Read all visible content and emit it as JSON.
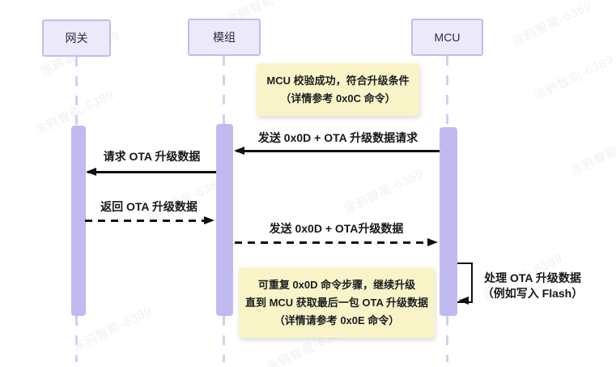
{
  "watermark": {
    "text": "涂鸦智能-6389"
  },
  "actors": {
    "gateway": {
      "label": "网关"
    },
    "module": {
      "label": "模组"
    },
    "mcu": {
      "label": "MCU"
    }
  },
  "notes": {
    "top": {
      "line1": "MCU 校验成功，符合升级条件",
      "line2": "（详情参考 0x0C 命令）"
    },
    "bottom": {
      "line1": "可重复 0x0D 命令步骤，继续升级",
      "line2": "直到 MCU 获取最后一包 OTA 升级数据",
      "line3": "（详情请参考 0x0E 命令）"
    }
  },
  "messages": {
    "m1": {
      "label": "发送 0x0D + OTA 升级数据请求",
      "from": "MCU",
      "to": "模组",
      "style": "solid"
    },
    "m2": {
      "label": "请求 OTA 升级数据",
      "from": "模组",
      "to": "网关",
      "style": "solid"
    },
    "m3": {
      "label": "返回 OTA 升级数据",
      "from": "网关",
      "to": "模组",
      "style": "dashed"
    },
    "m4": {
      "label": "发送 0x0D + OTA升级数据",
      "from": "模组",
      "to": "MCU",
      "style": "dashed"
    },
    "self_mcu": {
      "line1": "处理 OTA 升级数据",
      "line2": "（例如写入 Flash）"
    }
  },
  "colors": {
    "actor_fill": "#ECE9FA",
    "actor_border": "#C8B9EA",
    "activation_fill": "#C1BAF1",
    "lifeline": "#D5CEF1",
    "note_fill": "#F8F4C8",
    "arrow": "#111111"
  }
}
